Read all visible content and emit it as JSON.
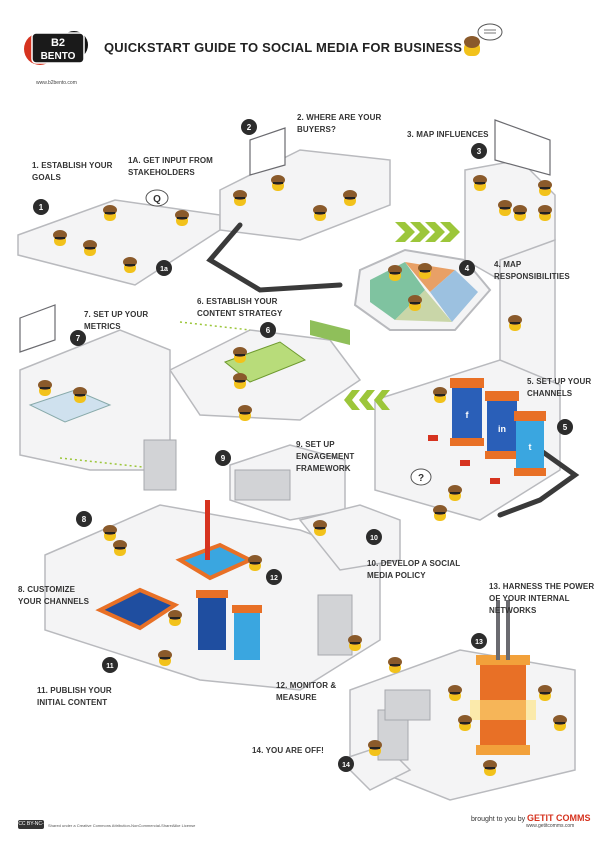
{
  "header": {
    "title": "QUICKSTART GUIDE TO SOCIAL MEDIA FOR BUSINESS",
    "logo_line1": "B2",
    "logo_line2": "BENTO",
    "website": "www.b2bento.com"
  },
  "steps": [
    {
      "num": "1",
      "lines": [
        "1. ESTABLISH YOUR",
        "GOALS"
      ]
    },
    {
      "num": "1a",
      "lines": [
        "1a. GET INPUT FROM",
        "STAKEHOLDERS"
      ]
    },
    {
      "num": "2",
      "lines": [
        "2. WHERE ARE YOUR",
        "BUYERS?"
      ]
    },
    {
      "num": "3",
      "lines": [
        "3. MAP INFLUENCES"
      ]
    },
    {
      "num": "4",
      "lines": [
        "4. MAP",
        "RESPONSIBILITIES"
      ]
    },
    {
      "num": "5",
      "lines": [
        "5. SET UP YOUR",
        "CHANNELS"
      ]
    },
    {
      "num": "6",
      "lines": [
        "6. ESTABLISH YOUR",
        "CONTENT STRATEGY"
      ]
    },
    {
      "num": "7",
      "lines": [
        "7. SET UP YOUR",
        "METRICS"
      ]
    },
    {
      "num": "8",
      "lines": [
        "8. CUSTOMIZE",
        "YOUR CHANNELS"
      ]
    },
    {
      "num": "9",
      "lines": [
        "9. SET UP",
        "ENGAGEMENT",
        "FRAMEWORK"
      ]
    },
    {
      "num": "10",
      "lines": [
        "10. DEVELOP A SOCIAL",
        "MEDIA POLICY"
      ]
    },
    {
      "num": "11",
      "lines": [
        "11. PUBLISH YOUR",
        "INITIAL CONTENT"
      ]
    },
    {
      "num": "12",
      "lines": [
        "12. MONITOR &",
        "MEASURE"
      ]
    },
    {
      "num": "13",
      "lines": [
        "13. HARNESS THE POWER",
        "OF YOUR INTERNAL",
        "NETWORKS"
      ]
    },
    {
      "num": "14",
      "lines": [
        "14. YOU ARE OFF!"
      ]
    }
  ],
  "signs": {
    "q": "Q",
    "question": "?",
    "linkedin": "in",
    "facebook": "f",
    "twitter": "t"
  },
  "footer": {
    "credit_prefix": "brought to you by",
    "credit_brand": "GETIT COMMS",
    "credit_url": "www.getitcomms.com",
    "license_badge": "CC BY-NC-SA",
    "license_text": "Shared under a Creative Commons Attribution-NonCommercial-ShareAlike License"
  },
  "colors": {
    "floor": "#f4f4f5",
    "floor_edge": "#bfc0c4",
    "wall": "#dadbde",
    "path": "#3a3a3a",
    "arrow": "#9cc63a",
    "badge": "#2c2c2c",
    "tank": "#2a5fb8",
    "tank_cap": "#e87026",
    "person_head": "#8a5a2b",
    "person_body": "#f2c21b",
    "accent_red": "#d6331f"
  }
}
